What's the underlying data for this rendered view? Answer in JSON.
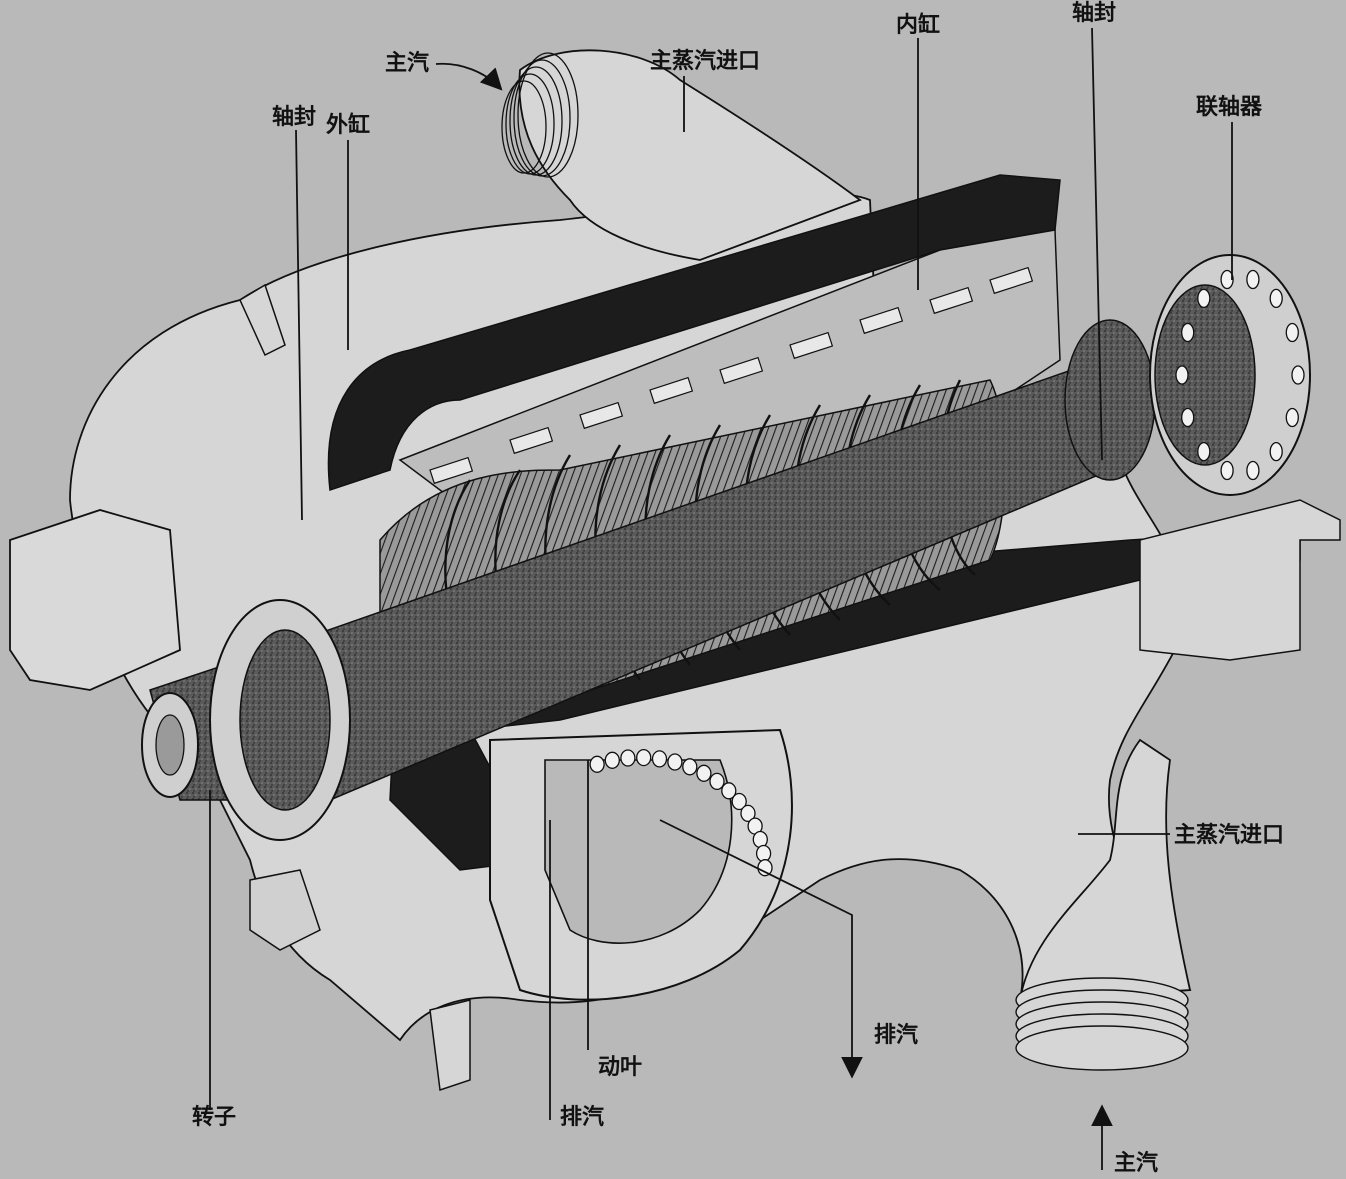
{
  "labels": {
    "main_steam_top": "主汽",
    "main_steam_inlet_top": "主蒸汽进口",
    "inner_casing": "内缸",
    "shaft_seal_right": "轴封",
    "coupling": "联轴器",
    "shaft_seal_left": "轴封",
    "outer_casing": "外缸",
    "main_steam_inlet_right": "主蒸汽进口",
    "exhaust_right": "排汽",
    "moving_blades": "动叶",
    "rotor": "转子",
    "exhaust_bottom": "排汽",
    "main_steam_bottom": "主汽"
  },
  "colors": {
    "background": "#b9b9b9",
    "casing_fill": "#d6d6d6",
    "section_dark": "#1c1c1c",
    "line": "#111111"
  },
  "stage_count": 14,
  "coupling_bolt_holes": 14,
  "exhaust_flange_holes": 16
}
